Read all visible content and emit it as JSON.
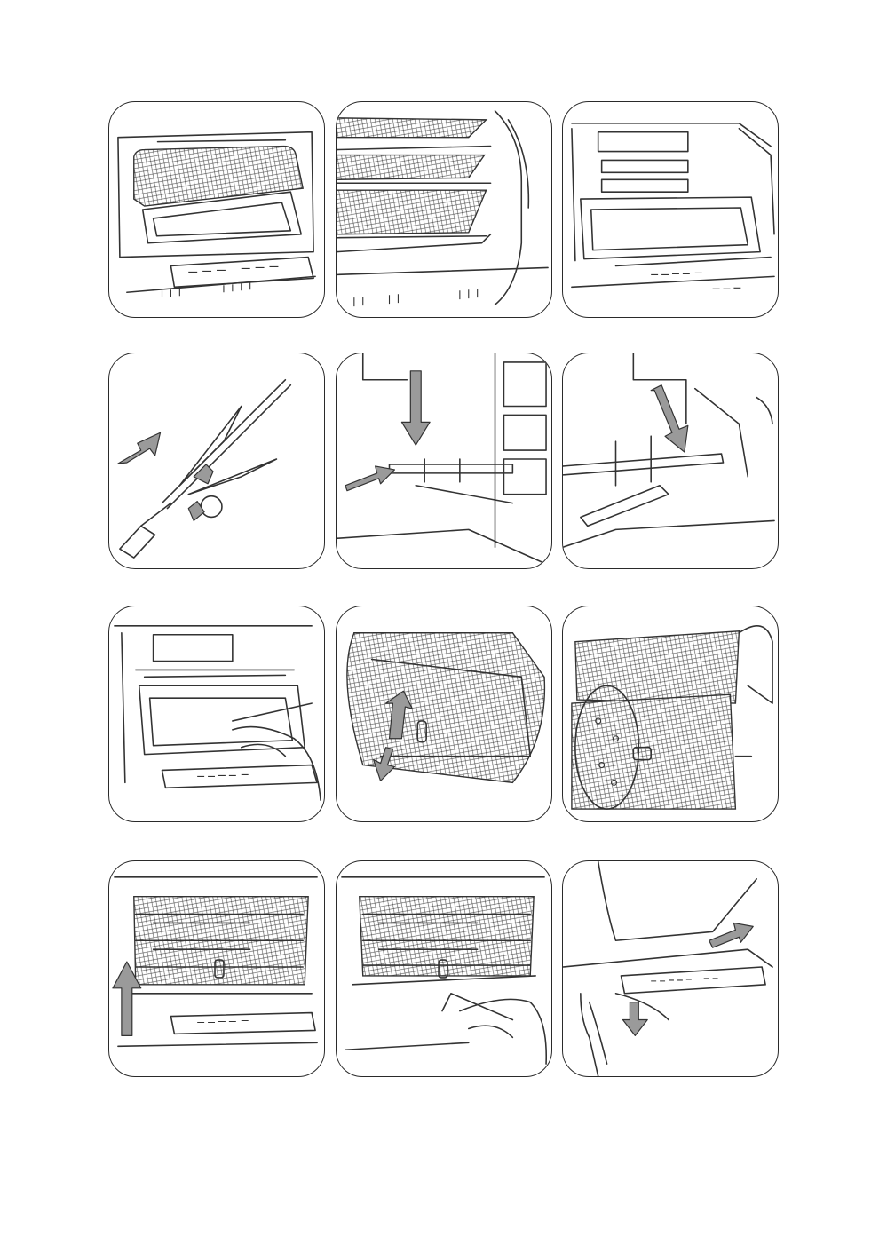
{
  "page": {
    "description_count": 12,
    "panels": [
      {
        "id": 1,
        "icon": "oven-mesh-tray-icon"
      },
      {
        "id": 2,
        "icon": "oven-multiple-racks-icon"
      },
      {
        "id": 3,
        "icon": "oven-empty-cavity-icon"
      },
      {
        "id": 4,
        "icon": "rotisserie-spit-forks-icon"
      },
      {
        "id": 5,
        "icon": "spit-insert-left-icon"
      },
      {
        "id": 6,
        "icon": "spit-insert-right-icon"
      },
      {
        "id": 7,
        "icon": "spit-inside-oven-icon"
      },
      {
        "id": 8,
        "icon": "rotisserie-basket-open-icon"
      },
      {
        "id": 9,
        "icon": "rotisserie-basket-door-icon"
      },
      {
        "id": 10,
        "icon": "basket-insert-oven-icon"
      },
      {
        "id": 11,
        "icon": "basket-remove-handle-icon"
      },
      {
        "id": 12,
        "icon": "crumb-tray-removal-icon"
      }
    ]
  }
}
